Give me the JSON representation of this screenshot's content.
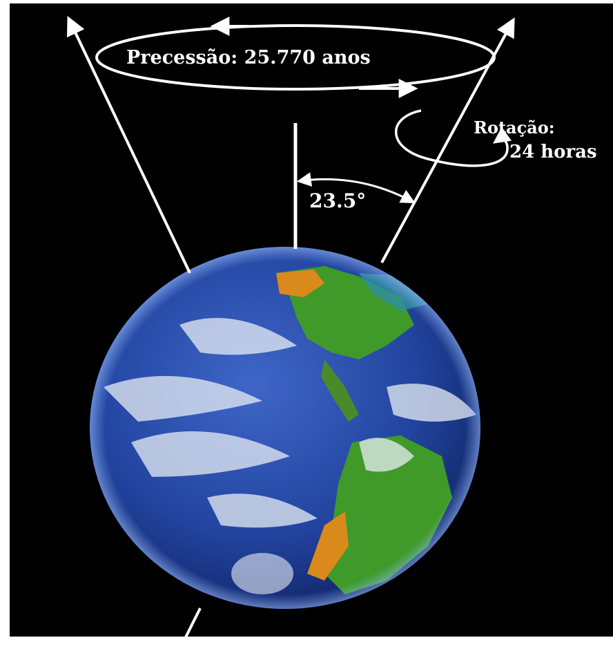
{
  "diagram": {
    "labels": {
      "precession": "Precessão: 25.770 anos",
      "rotation_line1": "Rotação:",
      "rotation_line2": "24 horas",
      "tilt_angle": "23.5°"
    },
    "colors": {
      "background": "#000000",
      "frame": "#ffffff",
      "lines": "#ffffff",
      "ocean": "#1f3f9a",
      "land_green": "#3f9a2a",
      "land_orange": "#d98a1a",
      "clouds": "#e8eef5"
    }
  }
}
